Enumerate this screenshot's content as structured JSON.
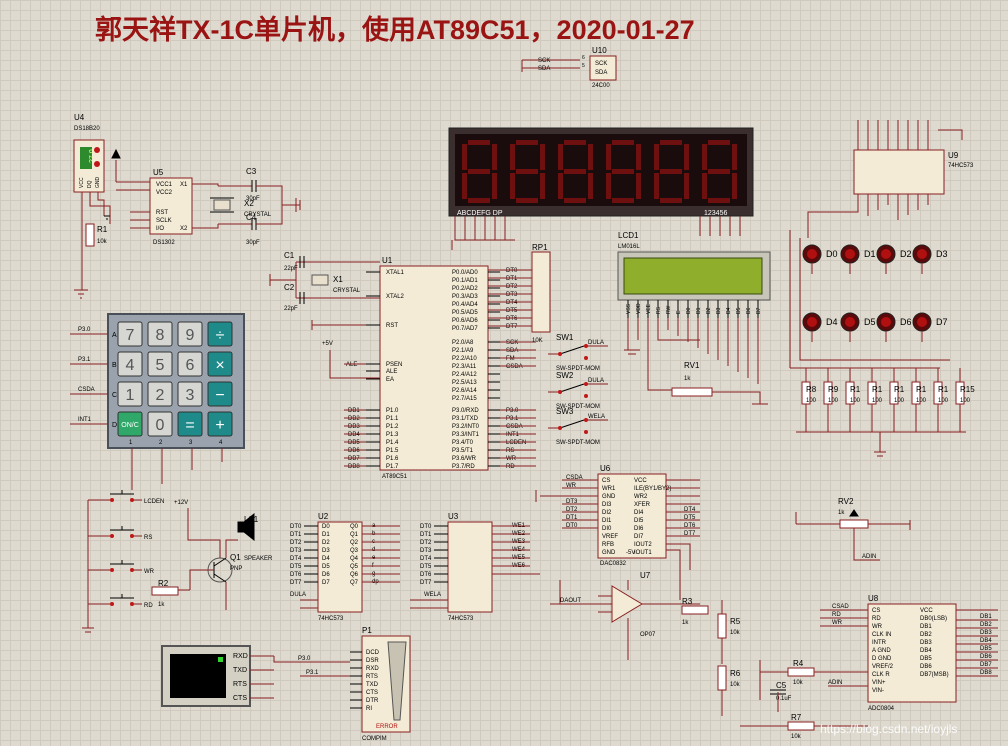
{
  "title": "郭天祥TX-1C单片机，使用AT89C51，2020-01-27",
  "watermark": "https://blog.csdn.net/ioyjls",
  "colors": {
    "background": "#dedad0",
    "wire": "#8a1f1f",
    "chip_fill": "#f3ebd6",
    "title": "#9a1414",
    "led_red": "#b01010",
    "lcd_green": "#8fae2b"
  },
  "u10": {
    "ref": "U10",
    "part": "24C00",
    "pins": [
      "SCK",
      "SDA"
    ],
    "nums": [
      "6",
      "5"
    ]
  },
  "seg7": {
    "left_label": "ABCDEFG  DP",
    "right_label": "123456",
    "digits": 6
  },
  "u9": {
    "ref": "U9",
    "part": "74HC573"
  },
  "u4": {
    "ref": "U4",
    "part": "DS18B20",
    "value": "27.0",
    "pins": [
      "VCC",
      "DQ",
      "GND"
    ]
  },
  "u5": {
    "ref": "U5",
    "part": "DS1302",
    "left_pins": [
      "VCC1",
      "VCC2",
      "RST",
      "SCLK",
      "I/O"
    ],
    "right_pins": [
      "X1",
      "X2"
    ]
  },
  "c3": {
    "ref": "C3",
    "value": "30pF"
  },
  "c4": {
    "ref": "C4",
    "value": "30pF"
  },
  "x2": {
    "ref": "X2",
    "label": "CRYSTAL"
  },
  "r1": {
    "ref": "R1",
    "value": "10k"
  },
  "c1": {
    "ref": "C1",
    "value": "22pF"
  },
  "c2": {
    "ref": "C2",
    "value": "22pF"
  },
  "x1": {
    "ref": "X1",
    "label": "CRYSTAL"
  },
  "plus5v": "+5V",
  "plus12v": "+12V",
  "u1": {
    "ref": "U1",
    "part": "AT89C51",
    "left_pins": [
      "XTAL1",
      "XTAL2",
      "RST",
      "PSEN",
      "ALE",
      "EA",
      "P1.0",
      "P1.1",
      "P1.2",
      "P1.3",
      "P1.4",
      "P1.5",
      "P1.6",
      "P1.7"
    ],
    "right_pins": [
      "P0.0/AD0",
      "P0.1/AD1",
      "P0.2/AD2",
      "P0.3/AD3",
      "P0.4/AD4",
      "P0.5/AD5",
      "P0.6/AD6",
      "P0.7/AD7",
      "P2.0/A8",
      "P2.1/A9",
      "P2.2/A10",
      "P2.3/A11",
      "P2.4/A12",
      "P2.5/A13",
      "P2.6/A14",
      "P2.7/A15",
      "P3.0/RXD",
      "P3.1/TXD",
      "P3.2/INT0",
      "P3.3/INT1",
      "P3.4/T0",
      "P3.5/T1",
      "P3.6/WR",
      "P3.7/RD"
    ],
    "left_nets": [
      "ALE",
      "DB1",
      "DB2",
      "DB3",
      "DB4",
      "DB5",
      "DB6",
      "DB7",
      "DB8"
    ],
    "right_nets": [
      "DT0",
      "DT1",
      "DT2",
      "DT3",
      "DT4",
      "DT5",
      "DT6",
      "DT7",
      "SCK",
      "SDA",
      "FM",
      "CSDA",
      "P3.0",
      "P3.1",
      "CSDA",
      "INT1",
      "LCDEN",
      "RS",
      "WR",
      "RD"
    ]
  },
  "rp1": {
    "ref": "RP1",
    "value": "10K"
  },
  "sw1": {
    "ref": "SW1",
    "part": "SW-SPDT-MOM",
    "net": "DULA"
  },
  "sw2": {
    "ref": "SW2",
    "part": "SW-SPDT-MOM",
    "net": "DULA"
  },
  "sw3": {
    "ref": "SW3",
    "part": "SW-SPDT-MOM",
    "net": "WELA"
  },
  "lcd1": {
    "ref": "LCD1",
    "part": "LM016L",
    "pins": [
      "VSS",
      "VDD",
      "VEE",
      "RS",
      "RW",
      "E",
      "D0",
      "D1",
      "D2",
      "D3",
      "D4",
      "D5",
      "D6",
      "D7"
    ]
  },
  "rv1": {
    "ref": "RV1",
    "value": "1k"
  },
  "leds": [
    "D0",
    "D1",
    "D2",
    "D3",
    "D4",
    "D5",
    "D6",
    "D7"
  ],
  "led_resistors": [
    {
      "ref": "R8",
      "value": "100"
    },
    {
      "ref": "R9",
      "value": "100"
    },
    {
      "ref": "R1",
      "value": "100"
    },
    {
      "ref": "R1",
      "value": "100"
    },
    {
      "ref": "R1",
      "value": "100"
    },
    {
      "ref": "R1",
      "value": "100"
    },
    {
      "ref": "R1",
      "value": "100"
    },
    {
      "ref": "R15",
      "value": "100"
    }
  ],
  "keypad": {
    "rows": [
      "A",
      "B",
      "C",
      "D"
    ],
    "cols": [
      "1",
      "2",
      "3",
      "4"
    ],
    "row_nets": [
      "P3.0",
      "P3.1",
      "CSDA",
      "INT1"
    ],
    "keys": [
      "7",
      "8",
      "9",
      "÷",
      "4",
      "5",
      "6",
      "×",
      "1",
      "2",
      "3",
      "−",
      "ON/C",
      "0",
      "=",
      "+"
    ]
  },
  "buttons": [
    "LCDEN",
    "RS",
    "WR",
    "RD"
  ],
  "ls1": {
    "ref": "LS1",
    "part": "SPEAKER"
  },
  "q1": {
    "ref": "Q1",
    "part": "PNP"
  },
  "r2": {
    "ref": "R2",
    "value": "1k",
    "net": "FM"
  },
  "u2": {
    "ref": "U2",
    "part": "74HC573",
    "net": "DULA",
    "inputs": [
      "DT0",
      "DT1",
      "DT2",
      "DT3",
      "DT4",
      "DT5",
      "DT6",
      "DT7"
    ],
    "in_pins": [
      "D0",
      "D1",
      "D2",
      "D3",
      "D4",
      "D5",
      "D6",
      "D7"
    ],
    "out_pins": [
      "Q0",
      "Q1",
      "Q2",
      "Q3",
      "Q4",
      "Q5",
      "Q6",
      "Q7"
    ],
    "seg_labels": [
      "a",
      "b",
      "c",
      "d",
      "e",
      "f",
      "g",
      "dp"
    ]
  },
  "u3": {
    "ref": "U3",
    "part": "74HC573",
    "net": "WELA",
    "inputs": [
      "DT0",
      "DT1",
      "DT2",
      "DT3",
      "DT4",
      "DT5",
      "DT6",
      "DT7"
    ],
    "outputs": [
      "WE1",
      "WE2",
      "WE3",
      "WE4",
      "WE5",
      "WE6"
    ]
  },
  "u6": {
    "ref": "U6",
    "part": "DAC0832",
    "left_pins": [
      "CS",
      "WR1",
      "GND",
      "DI3",
      "DI2",
      "DI1",
      "DI0",
      "VREF",
      "RFB",
      "GND"
    ],
    "right_pins": [
      "VCC",
      "ILE(BY1/BY2)",
      "WR2",
      "XFER",
      "DI4",
      "DI5",
      "DI6",
      "DI7",
      "IOUT2",
      "IOUT1"
    ],
    "nets": [
      "CSDA",
      "WR",
      "DT3",
      "DT2",
      "DT1",
      "DT0",
      "DT4",
      "DT5",
      "DT6",
      "DT7"
    ],
    "supply": "-5V"
  },
  "u7": {
    "ref": "U7",
    "part": "OP07",
    "net": "DAOUT"
  },
  "r3": {
    "ref": "R3",
    "value": "1k"
  },
  "rv2": {
    "ref": "RV2",
    "value": "1k",
    "net": "ADIN"
  },
  "r5": {
    "ref": "R5",
    "value": "10k"
  },
  "r6": {
    "ref": "R6",
    "value": "10k"
  },
  "r4": {
    "ref": "R4",
    "value": "10k"
  },
  "r7": {
    "ref": "R7",
    "value": "10k"
  },
  "c5": {
    "ref": "C5",
    "value": "0.1uF"
  },
  "u8": {
    "ref": "U8",
    "part": "ADC0804",
    "left_pins": [
      "CS",
      "RD",
      "WR",
      "CLK IN",
      "INTR",
      "A GND",
      "D GND",
      "VREF/2",
      "CLK R",
      "VIN+",
      "VIN-"
    ],
    "right_pins": [
      "VCC",
      "DB0(LSB)",
      "DB1",
      "DB2",
      "DB3",
      "DB4",
      "DB5",
      "DB6",
      "DB7(MSB)"
    ],
    "nets": [
      "CSAD",
      "RD",
      "WR",
      "ADIN"
    ],
    "db_nets": [
      "DB1",
      "DB2",
      "DB3",
      "DB4",
      "DB5",
      "DB6",
      "DB7",
      "DB8"
    ]
  },
  "terminal": {
    "pins": [
      "RXD",
      "TXD",
      "RTS",
      "CTS"
    ]
  },
  "p1": {
    "ref": "P1",
    "part": "COMPIM",
    "pins": [
      "DCD",
      "DSR",
      "RXD",
      "RTS",
      "TXD",
      "CTS",
      "DTR",
      "RI"
    ],
    "error": "ERROR",
    "nets": [
      "P3.0",
      "P3.1"
    ]
  }
}
